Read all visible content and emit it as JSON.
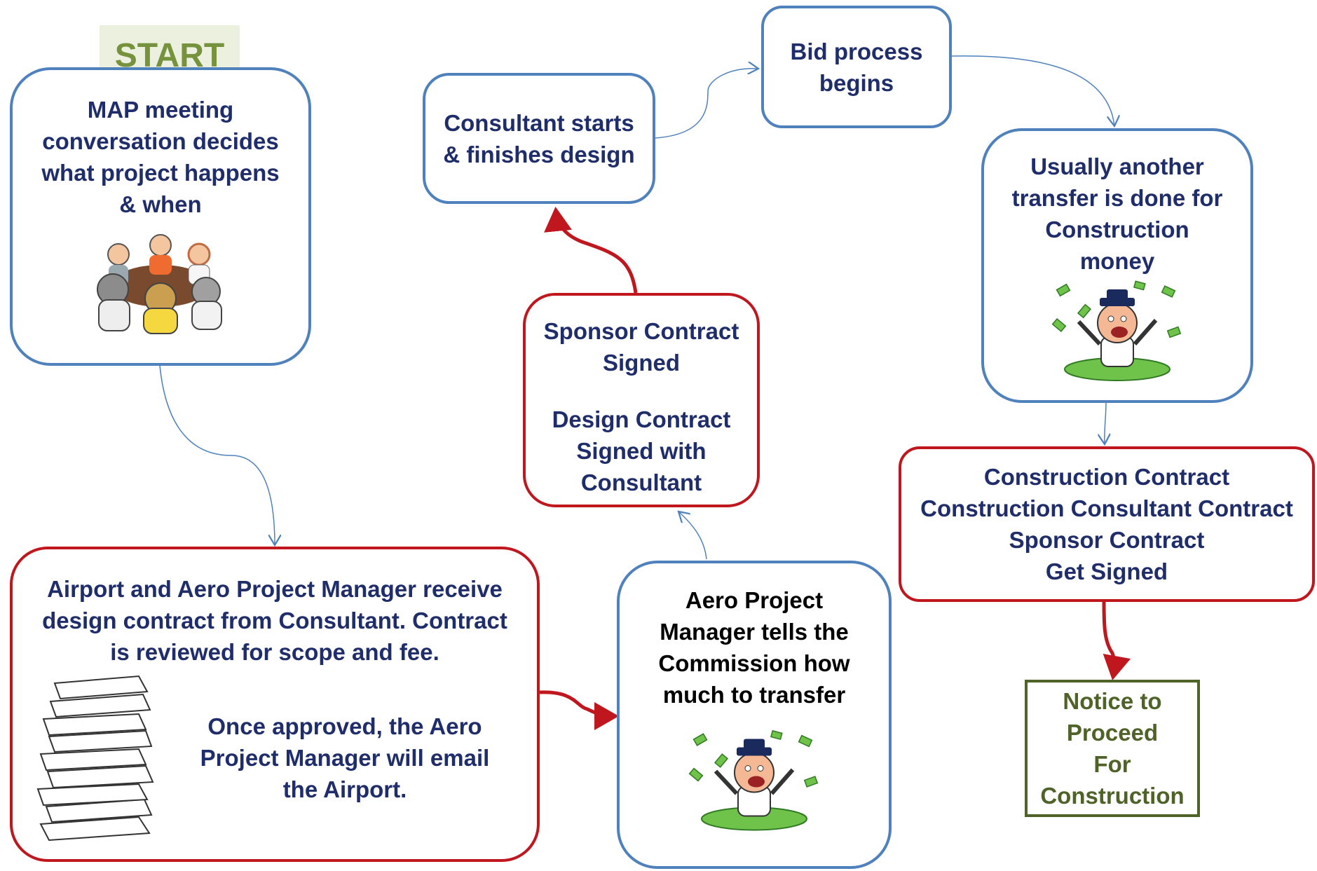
{
  "start_label": "START",
  "map_meeting": {
    "lines": [
      "MAP meeting",
      "conversation decides",
      "what project happens",
      "& when"
    ]
  },
  "consultant_design": {
    "lines": [
      "Consultant starts",
      "& finishes design"
    ]
  },
  "bid_process": {
    "lines": [
      "Bid process",
      "begins"
    ]
  },
  "transfer_construction": {
    "lines": [
      "Usually another",
      "transfer is done for",
      "Construction",
      "money"
    ]
  },
  "sponsor_contract": {
    "lines_a": [
      "Sponsor Contract",
      "Signed"
    ],
    "lines_b": [
      "Design Contract",
      "Signed with",
      "Consultant"
    ]
  },
  "construction_contracts": {
    "lines": [
      "Construction Contract",
      "Construction Consultant Contract",
      "Sponsor Contract",
      "Get Signed"
    ]
  },
  "airport_review": {
    "top_lines": [
      "Airport and Aero Project Manager receive",
      "design contract from Consultant. Contract",
      "is reviewed for scope and fee."
    ],
    "bottom_lines": [
      "Once approved, the Aero",
      "Project Manager will email",
      "the Airport."
    ]
  },
  "aero_pm": {
    "lines": [
      "Aero Project",
      "Manager tells the",
      "Commission how",
      "much to transfer"
    ]
  },
  "notice": {
    "lines": [
      "Notice to",
      "Proceed",
      "For",
      "Construction"
    ]
  },
  "colors": {
    "blue_border": "#4f81bd",
    "red_border": "#c0161d",
    "text": "#1f2d6b",
    "start_bg": "#ebf1de",
    "start_text": "#76923c",
    "notice_green": "#4f6228"
  },
  "icons": [
    "meeting-people-icon",
    "money-man-icon",
    "paper-stack-icon"
  ]
}
